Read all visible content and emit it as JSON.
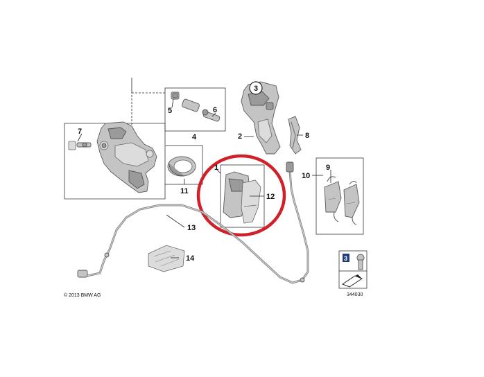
{
  "diagram": {
    "labels": {
      "l1": "1",
      "l2": "2",
      "l3": "3",
      "l4": "4",
      "l5": "5",
      "l6": "6",
      "l7": "7",
      "l8": "8",
      "l9": "9",
      "l10": "10",
      "l11": "11",
      "l12": "12",
      "l13": "13",
      "l14": "14"
    },
    "copyright": "© 2013 BMW AG",
    "diagram_number": "344030",
    "legend_number": "3",
    "highlight_color": "#d0202a"
  }
}
